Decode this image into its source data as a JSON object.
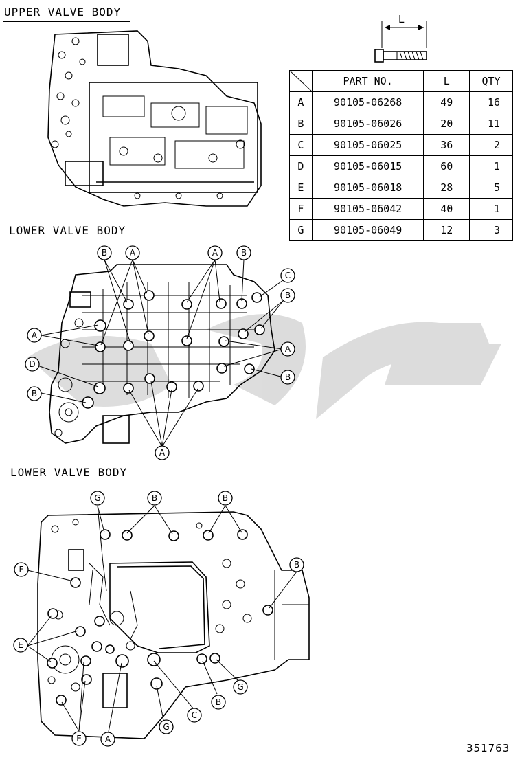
{
  "sections": {
    "upper_title": "UPPER VALVE BODY",
    "lower_title_1": "LOWER VALVE BODY",
    "lower_title_2": "LOWER VALVE BODY"
  },
  "bolt_dimension_label": "L",
  "table": {
    "headers": [
      "",
      "PART NO.",
      "L",
      "QTY"
    ],
    "rows": [
      {
        "code": "A",
        "part_no": "90105-06268",
        "length": "49",
        "qty": "16"
      },
      {
        "code": "B",
        "part_no": "90105-06026",
        "length": "20",
        "qty": "11"
      },
      {
        "code": "C",
        "part_no": "90105-06025",
        "length": "36",
        "qty": "2"
      },
      {
        "code": "D",
        "part_no": "90105-06015",
        "length": "60",
        "qty": "1"
      },
      {
        "code": "E",
        "part_no": "90105-06018",
        "length": "28",
        "qty": "5"
      },
      {
        "code": "F",
        "part_no": "90105-06042",
        "length": "40",
        "qty": "1"
      },
      {
        "code": "G",
        "part_no": "90105-06049",
        "length": "12",
        "qty": "3"
      }
    ]
  },
  "callouts_diagram2": [
    "B",
    "A",
    "A",
    "B",
    "C",
    "B",
    "A",
    "A",
    "D",
    "B",
    "B",
    "A"
  ],
  "callouts_diagram3": [
    "G",
    "B",
    "B",
    "F",
    "B",
    "E",
    "E",
    "A",
    "G",
    "C",
    "B",
    "G"
  ],
  "document_number": "351763"
}
